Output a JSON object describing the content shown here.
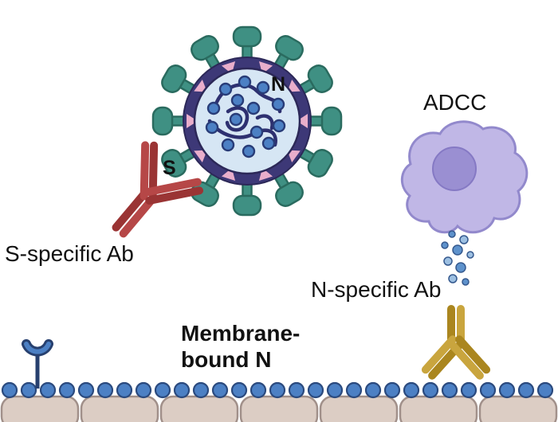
{
  "figure": {
    "labels": {
      "n": "N",
      "s": "S",
      "s_specific_ab": "S-specific Ab",
      "adcc": "ADCC",
      "n_specific_ab": "N-specific Ab",
      "membrane_line1": "Membrane-",
      "membrane_line2": "bound N"
    },
    "palette": {
      "spike_teal": "#3f9083",
      "envelope_purple": "#3d3877",
      "virus_interior_blue": "#d6e6f4",
      "envelope_triangle_pink": "#e9aecb",
      "rna_navy": "#2e3070",
      "n_protein_blue": "#4c80c4",
      "antibody_red_dark": "#9a3434",
      "antibody_red_light": "#b64747",
      "antibody_gold_dark": "#aa861f",
      "antibody_gold_light": "#c9a53e",
      "nk_cell_fill": "#c0b7e6",
      "nk_cell_outline": "#9289cc",
      "nk_nucleus_purple": "#9a8fd2",
      "granule_blue": "#5e92cc",
      "epithelium_fill": "#dccdc4",
      "epithelium_outline": "#a1908a",
      "background": "#ffffff"
    }
  }
}
